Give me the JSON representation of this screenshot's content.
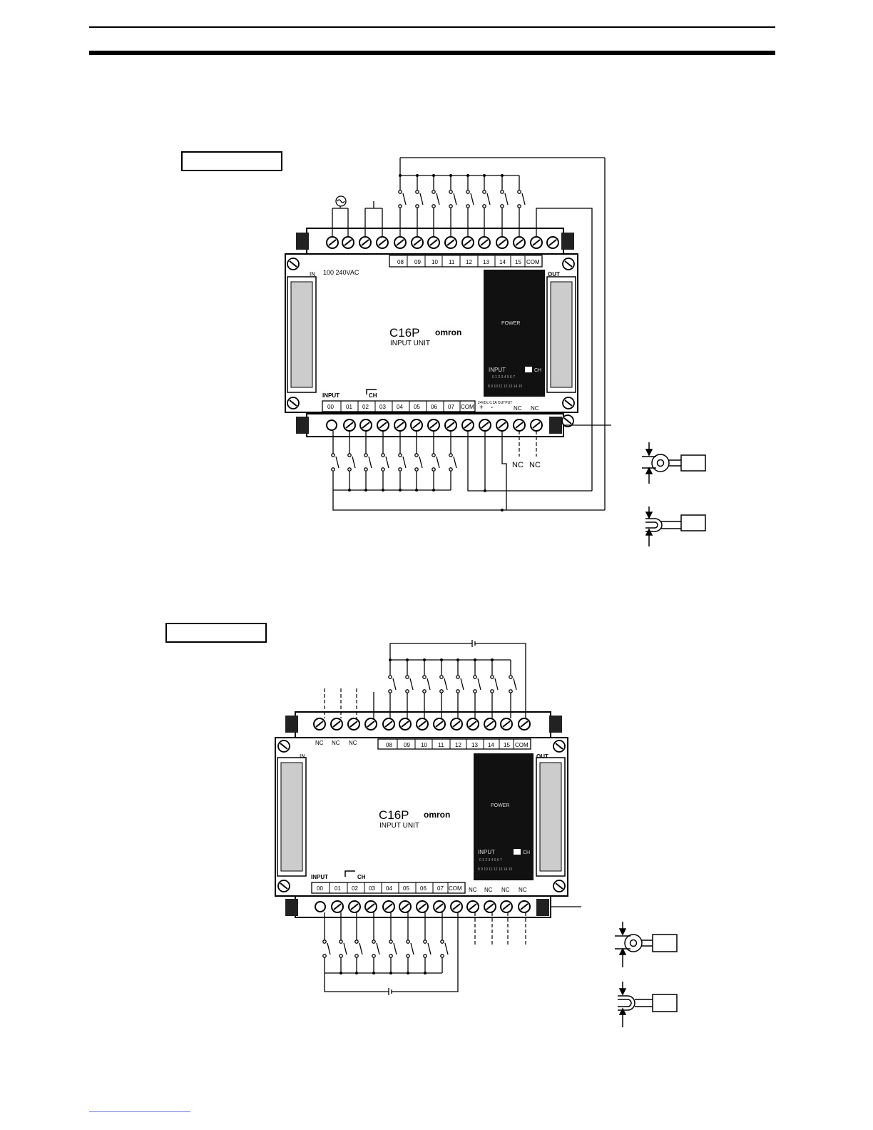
{
  "header": {
    "section_label": "",
    "page_number": ""
  },
  "diagram_ac": {
    "label_box": "",
    "model": "C16P",
    "brand": "omron",
    "unit": "INPUT UNIT",
    "power_label": "POWER",
    "input_led_label": "INPUT",
    "ch_led_label": "CH",
    "led_top_row": "0 1 2 3 4 5 6 7",
    "led_bottom_row": "8 9 10 11 12 13 14 15",
    "in_label": "IN",
    "out_label": "OUT",
    "supply_label": "100 240VAC",
    "supply_symbol": "~",
    "input_label": "INPUT",
    "ch_label": "CH",
    "output_supply_label": "24VDc 0.3A OUTPUT",
    "plus_label": "+",
    "minus_label": "-",
    "top_terminals": [
      "08",
      "09",
      "10",
      "11",
      "12",
      "13",
      "14",
      "15",
      "COM"
    ],
    "bottom_terminals": [
      "00",
      "01",
      "02",
      "03",
      "04",
      "05",
      "06",
      "07",
      "COM"
    ],
    "nc_terminals": [
      "NC",
      "NC"
    ],
    "nc_wire_labels": [
      "NC",
      "NC"
    ]
  },
  "diagram_dc": {
    "label_box": "",
    "model": "C16P",
    "brand": "omron",
    "unit": "INPUT UNIT",
    "power_label": "POWER",
    "input_led_label": "INPUT",
    "ch_led_label": "CH",
    "led_top_row": "0 1 2 3 4 5 6 7",
    "led_bottom_row": "8 9 10 11 12 13 14 15",
    "in_label": "IN",
    "out_label": "OUT",
    "input_label": "INPUT",
    "ch_label": "CH",
    "top_left_nc": [
      "NC",
      "NC",
      "NC"
    ],
    "top_terminals": [
      "08",
      "09",
      "10",
      "11",
      "12",
      "13",
      "14",
      "15",
      "COM"
    ],
    "bottom_terminals": [
      "00",
      "01",
      "02",
      "03",
      "04",
      "05",
      "06",
      "07",
      "COM"
    ],
    "bottom_nc": [
      "NC",
      "NC",
      "NC",
      "NC"
    ]
  }
}
